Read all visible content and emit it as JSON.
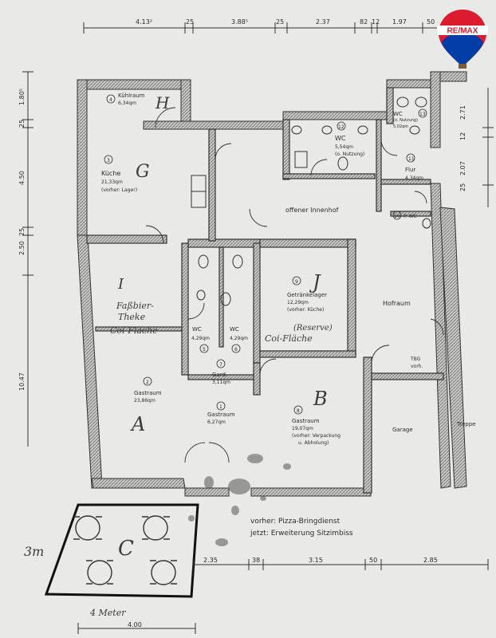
{
  "brand": {
    "logo_text": "RE/MAX",
    "colors": {
      "red": "#dc1c2e",
      "blue": "#003da5",
      "white": "#ffffff"
    }
  },
  "dimensions_top": [
    "4.13²",
    "25",
    "3.88⁵",
    "25",
    "2.37",
    "82",
    "12",
    "1.97",
    "50"
  ],
  "dimensions_bottom": [
    "2.35",
    "38",
    "3.15",
    "50",
    "2.85"
  ],
  "dimensions_left": [
    "1.80⁵",
    "25",
    "4.50",
    "25",
    "2.50",
    "10.47"
  ],
  "dimensions_right": [
    "2.71",
    "12",
    "2.07",
    "25"
  ],
  "rooms": {
    "kuehlraum": {
      "number": "4",
      "name": "Kühlraum",
      "area": "6,34qm",
      "letter": "H"
    },
    "kueche": {
      "number": "3",
      "name": "Küche",
      "area": "21,33qm",
      "note": "(vorher: Lager)",
      "letter": "G"
    },
    "innenhof": {
      "name": "offener Innenhof"
    },
    "wc12": {
      "number": "12",
      "name": "WC",
      "area": "5,54qm",
      "note": "(o. Nutzung)"
    },
    "wc13": {
      "number": "13",
      "name": "WC",
      "area": "5,02qm",
      "note": "(o. Nutzung)"
    },
    "flur": {
      "number": "11",
      "name": "Flur",
      "area": "4,34qm"
    },
    "pwc": {
      "number": "10",
      "name": "P.-WC"
    },
    "getraenkelager": {
      "number": "9",
      "name": "Getränkelager",
      "area": "12,29qm",
      "note": "(vorher: Küche)",
      "letter": "J"
    },
    "hofraum": {
      "name": "Hofraum"
    },
    "wc5": {
      "number": "5",
      "name": "WC",
      "area": "4,29qm"
    },
    "wc6": {
      "number": "6",
      "name": "WC",
      "area": "4,29qm"
    },
    "gard": {
      "number": "7",
      "name": "Gard.",
      "area": "3,11qm"
    },
    "gastraum2": {
      "number": "2",
      "name": "Gastraum",
      "area": "23,86qm",
      "letter": "A"
    },
    "gastraum1": {
      "number": "1",
      "name": "Gastraum",
      "area": "6,27qm"
    },
    "gastraum8": {
      "number": "8",
      "name": "Gastraum",
      "area": "19,07qm",
      "note1": "(vorher: Verpackung",
      "note2": "u. Abholung)",
      "letter": "B"
    },
    "garage": {
      "name": "Garage"
    },
    "treppe": {
      "name": "Treppe"
    },
    "tbg": {
      "line1": "TBG",
      "line2": "vorh."
    },
    "terrasse": {
      "letter": "C"
    }
  },
  "handwritten": {
    "letter_i": "I",
    "fassbier_1": "Faßbier-",
    "fassbier_2": "Theke",
    "coi_left": "Coi-Fläche",
    "coi_right": "Coi-Fläche",
    "reserve": "(Reserve)",
    "three_m": "3m",
    "four_meter": "4 Meter"
  },
  "notes": {
    "vorher": "vorher: Pizza-Bringdienst",
    "jetzt": "jetzt: Erweiterung Sitzimbiss",
    "bottom_width": "4.00"
  }
}
